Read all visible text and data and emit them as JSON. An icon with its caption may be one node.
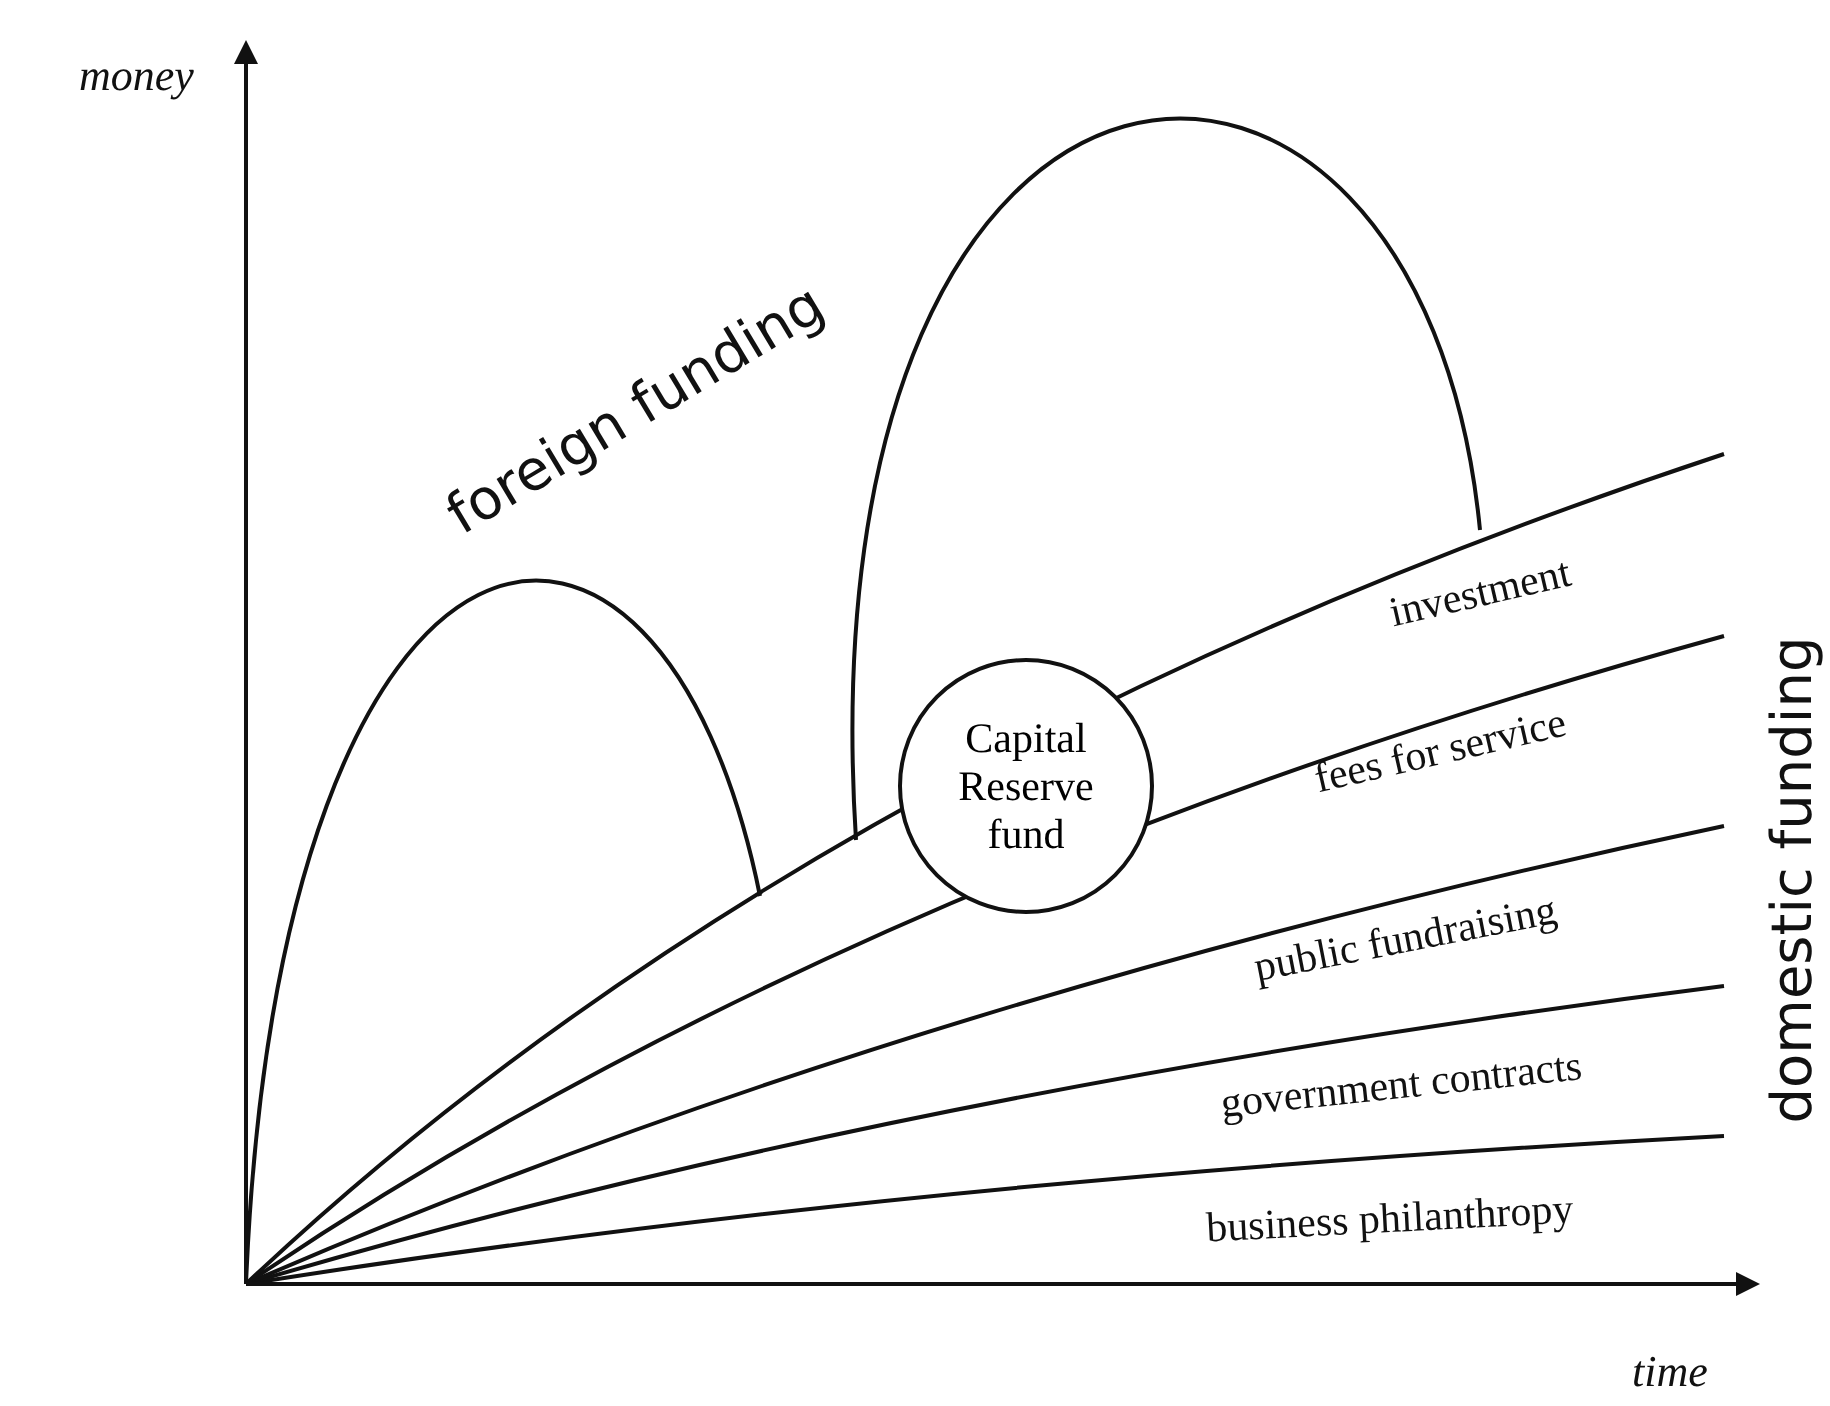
{
  "diagram": {
    "nodes": [
      {
        "text": [
          "Capital Reserve fund"
        ]
      }
    ],
    "labels": [
      "money",
      "foreign funding",
      "investment",
      "fees for service",
      "domestic funding",
      "public fundraising",
      "government contracts",
      "business philanthropy",
      "time"
    ]
  }
}
